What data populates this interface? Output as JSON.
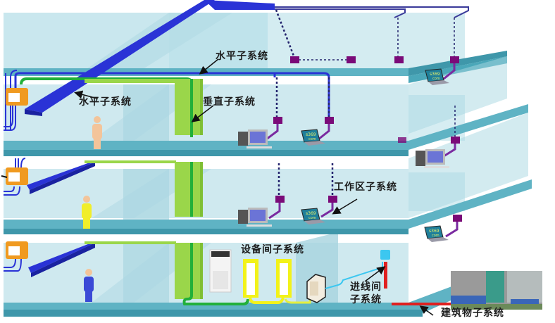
{
  "diagram": {
    "title": "Structured Cabling System",
    "labels": {
      "horizontal_top": "水平子系统",
      "horizontal_left": "水平子系统",
      "vertical": "垂直子系统",
      "work_area": "工作区子系统",
      "equipment_room": "设备间子系统",
      "entrance_line1": "进线间",
      "entrance_line2": "子系统",
      "building": "建筑物子系统"
    },
    "screen_text": {
      "line1": "s369",
      "line2": "com"
    },
    "floors": 3,
    "colors": {
      "floor_slab": "#5fb3c4",
      "floor_slab_dark": "#3f97aa",
      "wall_light": "#cdeaf0",
      "wall_mid": "#a8d8e2",
      "backbone_blue": "#2a33d6",
      "cable_green": "#22b03a",
      "riser_light_green": "#9ad64a",
      "outlet_purple": "#7a0a78",
      "patch_yellow": "#f2f21a",
      "entrance_red": "#e02020",
      "entrance_box": "#3cc7f0",
      "distribution_orange": "#f09a20",
      "person_peach": "#f3c49a",
      "person_yellow": "#f1ee2a",
      "person_blue": "#3a49d6"
    }
  }
}
